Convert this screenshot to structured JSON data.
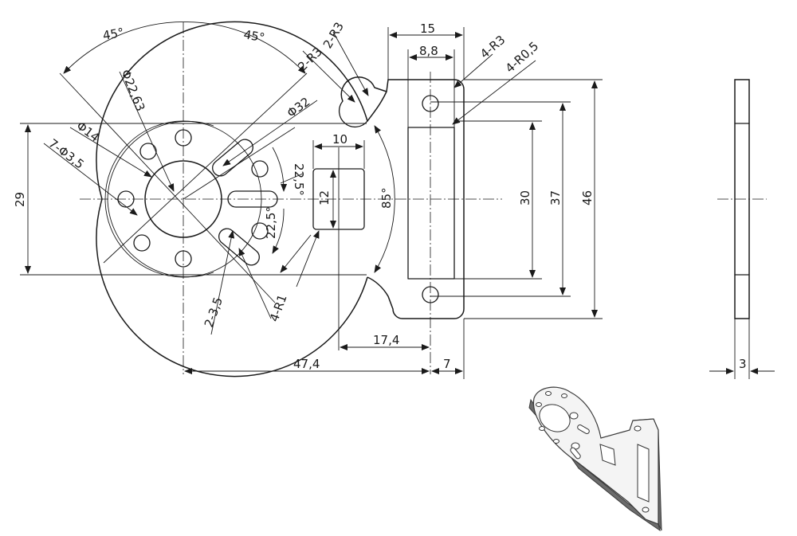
{
  "drawing": {
    "angles": {
      "top_left": "45°",
      "top_right": "45°",
      "right_upper": "22,5°",
      "right_lower": "22,5°",
      "cut_angle": "85°"
    },
    "diameters": {
      "pcd": "Φ22,63",
      "bore": "Φ14",
      "outer": "Φ32",
      "holes": "7-Φ3,5"
    },
    "radii": {
      "left_lug": "2-R3",
      "right_lug": "2-R3",
      "corners": "4-R3",
      "inner_corners": "4-R0,5",
      "slot_ends": "4-R1"
    },
    "lengths": {
      "top_width": "15",
      "hole_spacing": "8,8",
      "square_width": "10",
      "square_height": "12",
      "left_height": "29",
      "inner_height": "30",
      "mid_height": "37",
      "total_height": "46",
      "offset": "17,4",
      "base_length": "47,4",
      "flange": "7",
      "thickness": "3",
      "slot_width": "2-3,5"
    }
  }
}
